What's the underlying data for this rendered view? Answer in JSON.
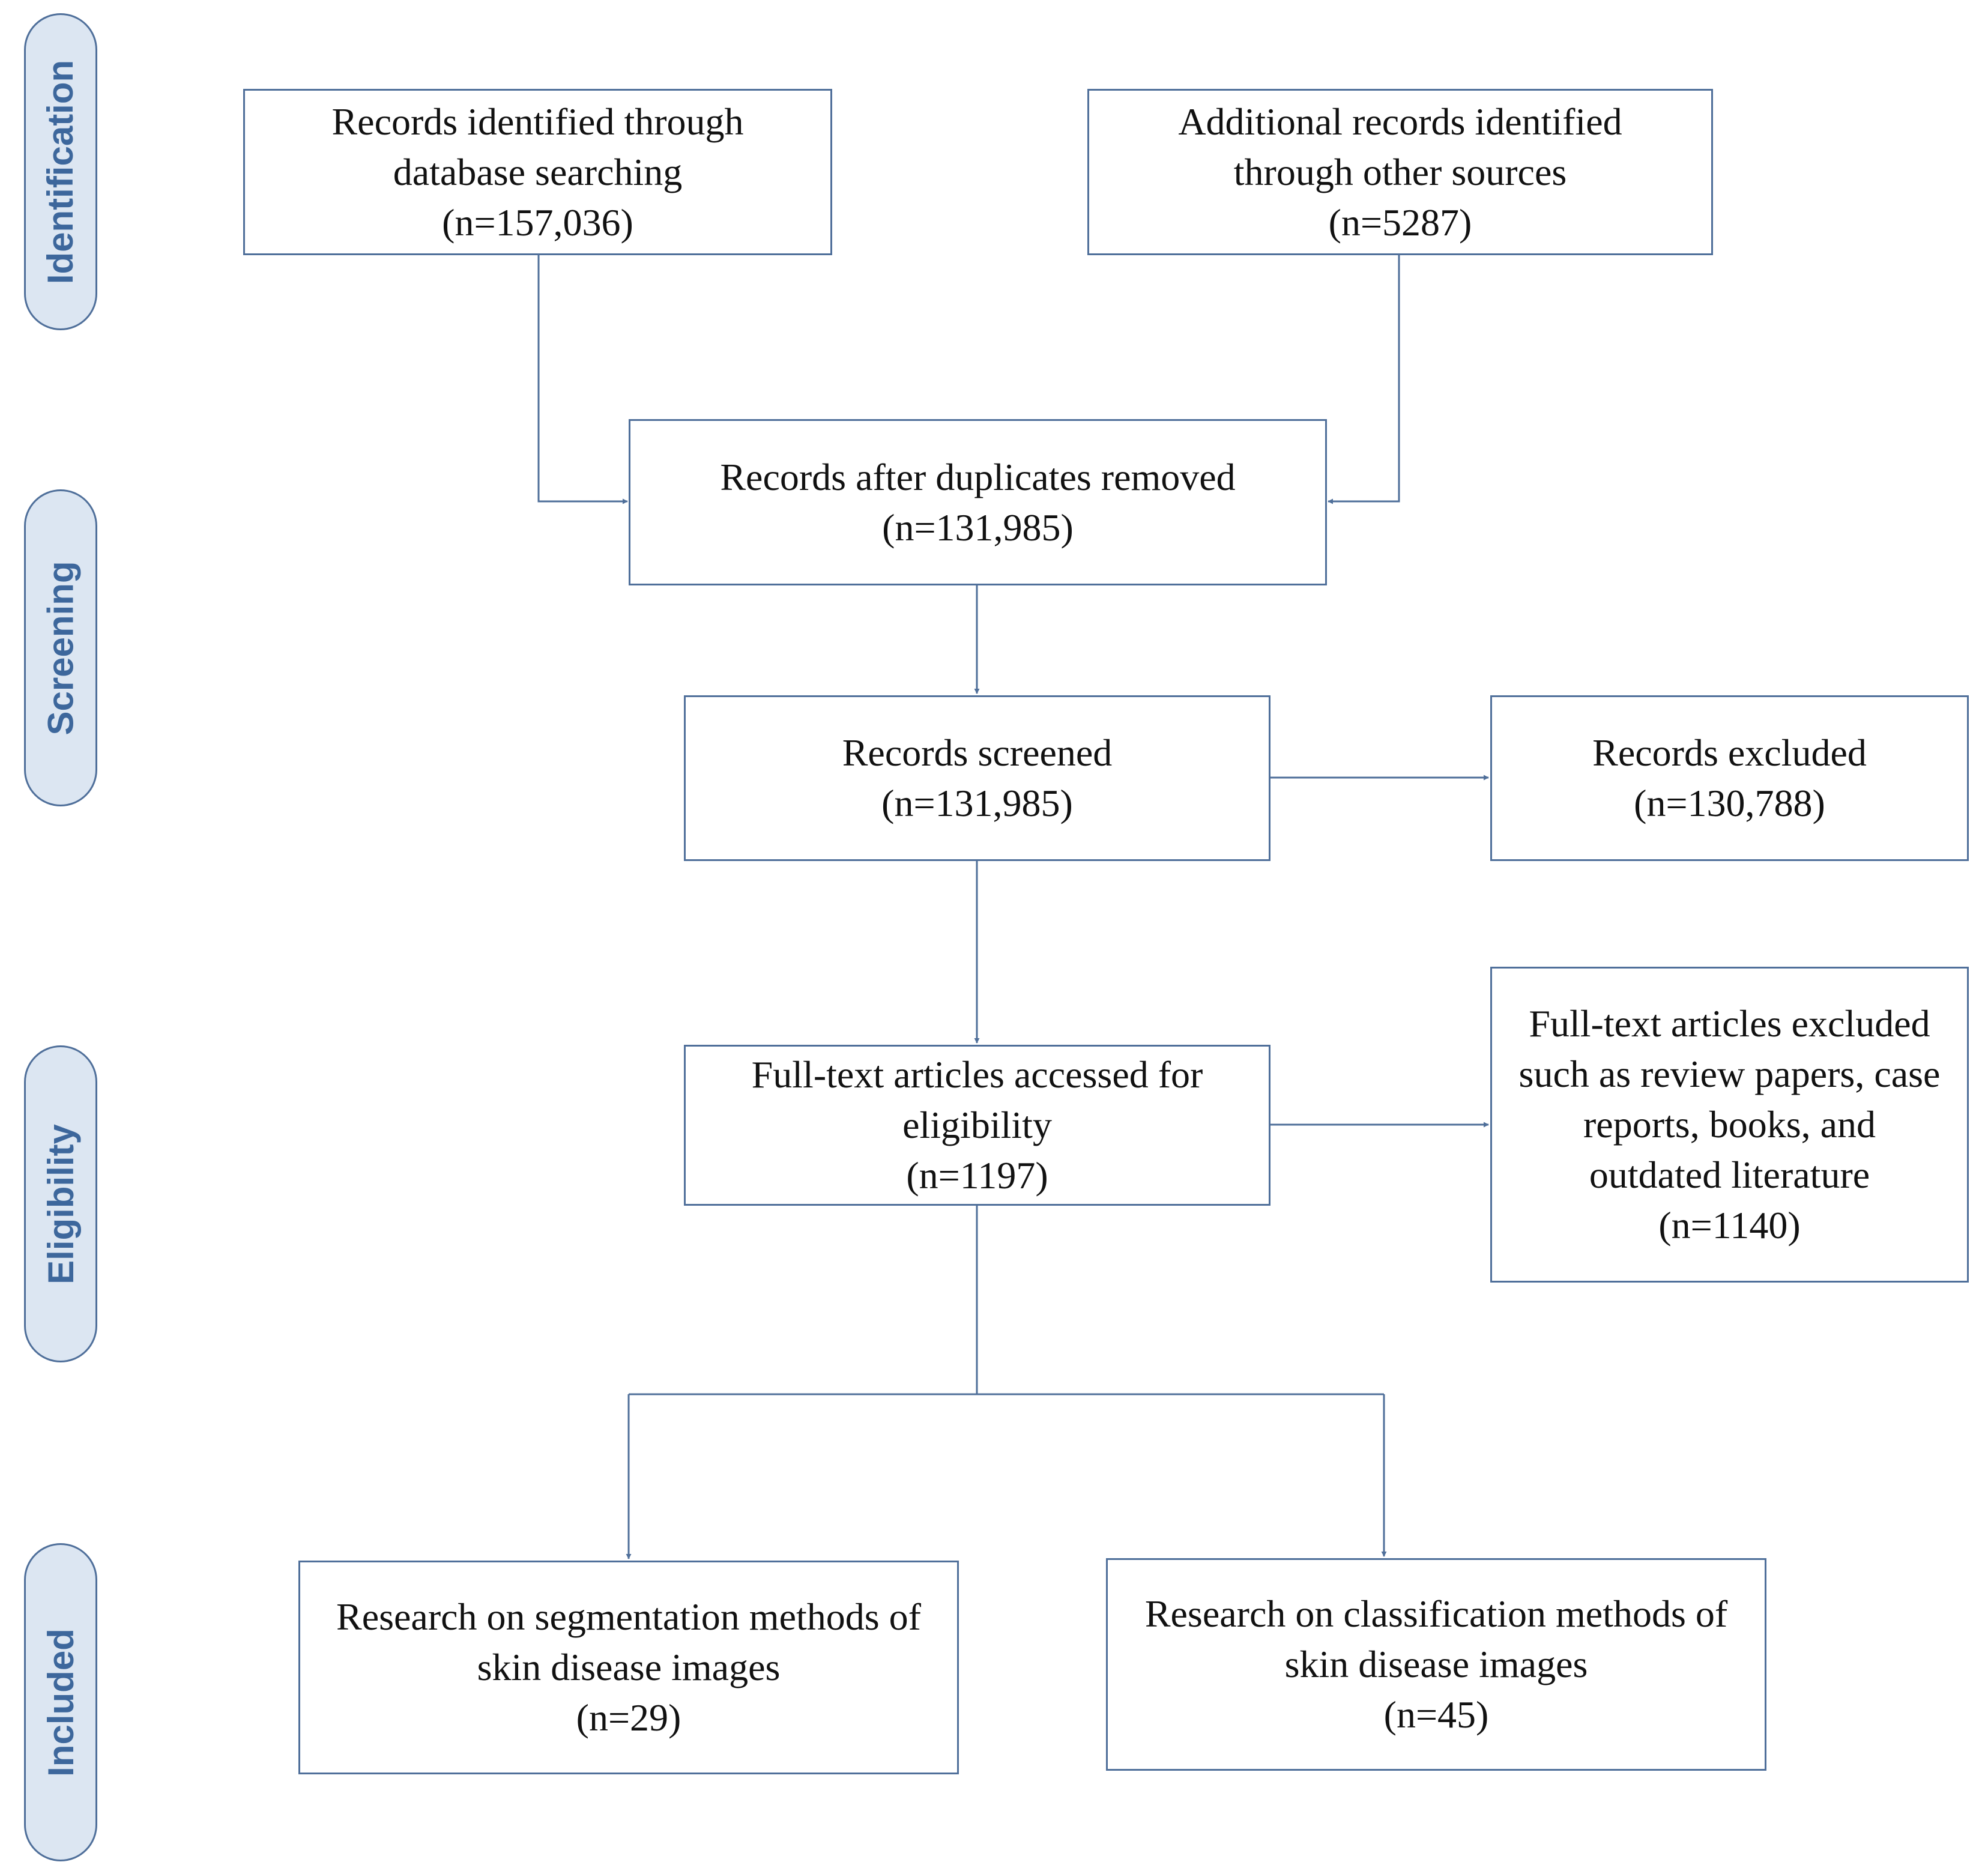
{
  "stages": {
    "identification": "Identification",
    "screening": "Screening",
    "eligibility": "Eligibility",
    "included": "Included"
  },
  "boxes": {
    "database_records": "Records identified through\ndatabase searching\n(n=157,036)",
    "other_records": "Additional records identified\nthrough other sources\n(n=5287)",
    "after_duplicates": "Records after duplicates removed\n(n=131,985)",
    "screened": "Records screened\n(n=131,985)",
    "excluded": "Records excluded\n(n=130,788)",
    "fulltext_assessed": "Full-text articles accessed for\neligibility\n(n=1197)",
    "fulltext_excluded": "Full-text articles excluded\nsuch as review papers, case\nreports, books, and\noutdated literature\n(n=1140)",
    "segmentation": "Research on segmentation methods of\nskin disease images\n(n=29)",
    "classification": "Research on classification methods of\nskin disease images\n(n=45)"
  },
  "colors": {
    "stroke": "#4f6f9a",
    "stage_fill": "#dce6f2",
    "stage_text": "#3d679c"
  }
}
